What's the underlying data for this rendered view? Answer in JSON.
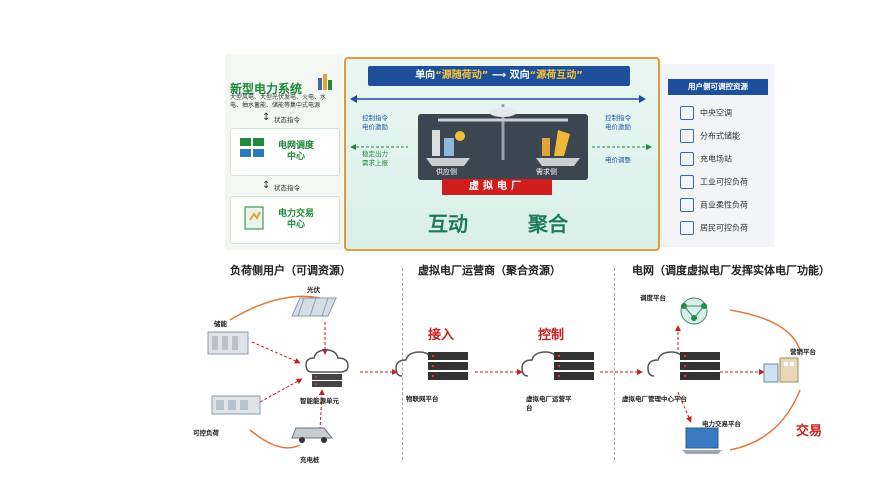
{
  "top": {
    "new_power_system": {
      "title": "新型电力系统",
      "desc_line1": "大型风电、大型光伏发电、火电、水",
      "desc_line2": "电、抽水蓄能、储能等集中式电源"
    },
    "status_cmd_1": "状态指令",
    "dispatch_center": {
      "line1": "电网调度",
      "line2": "中心"
    },
    "status_cmd_2": "状态指令",
    "trading_center": {
      "line1": "电力交易",
      "line2": "中心"
    },
    "banner": {
      "part1": "单向",
      "quote1": "“源随荷动”",
      "arrow": "⟶",
      "part2": "双向",
      "quote2": "“源荷互动”"
    },
    "left_signals": {
      "l1": "控制指令",
      "l2": "电价激励",
      "l3": "稳定出力",
      "l4": "需求上报"
    },
    "right_signals": {
      "l1": "控制指令",
      "l2": "电价激励",
      "l3": "电价调整"
    },
    "supply_side": "供应侧",
    "demand_side": "需求侧",
    "vpp_label": "虚拟电厂",
    "word_interact": "互动",
    "word_aggregate": "聚合",
    "user_resources": {
      "title": "用户侧可调控资源",
      "items": [
        "中央空调",
        "分布式储能",
        "充电场站",
        "工业可控负荷",
        "商业柔性负荷",
        "居民可控负荷"
      ],
      "icons": [
        "snowflake-icon",
        "storage-icon",
        "charger-icon",
        "factory-icon",
        "building-icon",
        "people-icon"
      ]
    }
  },
  "bottom": {
    "section_load": "负荷侧用户（可调资源）",
    "section_operator": "虚拟电厂运营商（聚合资源）",
    "section_grid": "电网（调度虚拟电厂发挥实体电厂功能）",
    "pv": "光伏",
    "storage": "储能",
    "controllable_load": "可控负荷",
    "charging_pile": "充电桩",
    "smart_unit": "智能能源单元",
    "iot_platform": "物联网平台",
    "access": "接入",
    "control": "控制",
    "vpp_operator_platform": {
      "line1": "虚拟电厂运营平",
      "line2": "台"
    },
    "vpp_mgmt_platform": "虚拟电厂管理中心平台",
    "dispatch_platform": "调度平台",
    "marketing_platform": "营销平台",
    "trading_platform": "电力交易平台",
    "trade": "交易"
  },
  "colors": {
    "accent_green": "#1e8a3a",
    "banner_blue": "#1d4f9a",
    "red": "#c81e1e",
    "orange_border": "#e39a3a"
  }
}
